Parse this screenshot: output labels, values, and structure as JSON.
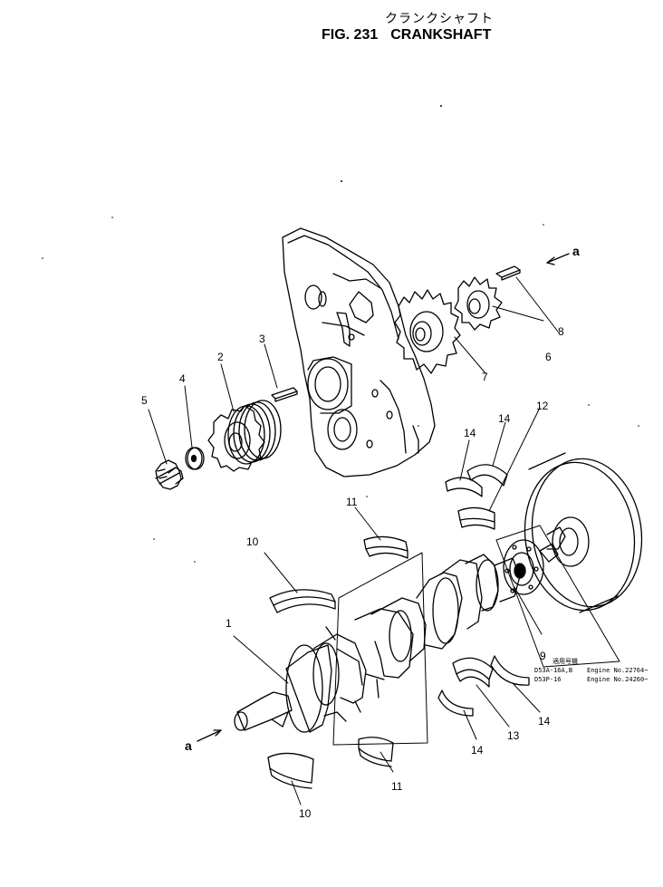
{
  "figure": {
    "title_jp": "クランクシャフト",
    "fig_label": "FIG. 231",
    "title": "CRANKSHAFT"
  },
  "callouts": {
    "n1": "1",
    "n2": "2",
    "n3": "3",
    "n4": "4",
    "n5": "5",
    "n6": "6",
    "n7": "7",
    "n8": "8",
    "n9": "9",
    "n10a": "10",
    "n10b": "10",
    "n11a": "11",
    "n11b": "11",
    "n12": "12",
    "n13": "13",
    "n14a": "14",
    "n14b": "14",
    "n14c": "14",
    "n14d": "14",
    "a_top": "a",
    "a_bottom": "a"
  },
  "serial_note": {
    "header": "適用号機",
    "rows": [
      {
        "model": "D53A-16A,B",
        "engine": "Engine No.22764~"
      },
      {
        "model": "D53P-16",
        "engine": "Engine No.24260~"
      }
    ]
  }
}
